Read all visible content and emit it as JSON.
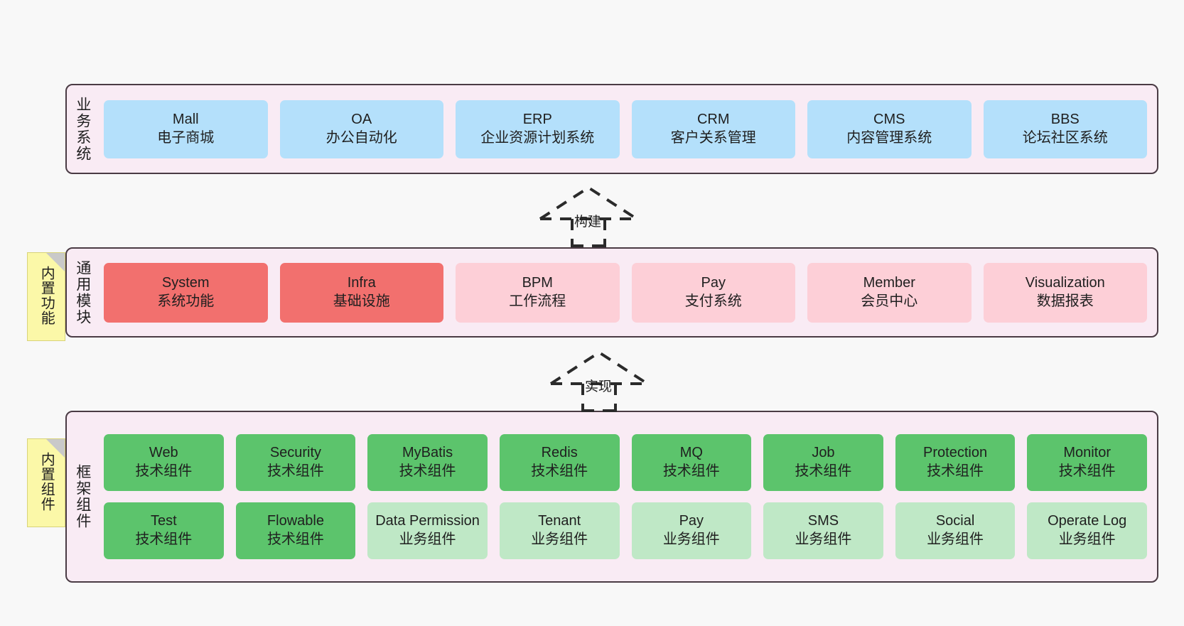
{
  "diagram": {
    "background_color": "#f8f8f8",
    "layer_fill": "#f9ebf4",
    "layer_border": "#4a3b44",
    "note_fill": "#fbf8a8",
    "colors": {
      "business": "#b4e0fb",
      "module_active": "#f2706e",
      "module_plain": "#fdcfd7",
      "tech_component": "#5cc46c",
      "biz_component": "#bfe8c6"
    }
  },
  "layers": {
    "business": {
      "title": "业务系统",
      "cards": [
        {
          "en": "Mall",
          "cn": "电子商城"
        },
        {
          "en": "OA",
          "cn": "办公自动化"
        },
        {
          "en": "ERP",
          "cn": "企业资源计划系统"
        },
        {
          "en": "CRM",
          "cn": "客户关系管理"
        },
        {
          "en": "CMS",
          "cn": "内容管理系统"
        },
        {
          "en": "BBS",
          "cn": "论坛社区系统"
        }
      ]
    },
    "modules": {
      "title": "通用模块",
      "note": "内置功能",
      "cards": [
        {
          "en": "System",
          "cn": "系统功能",
          "style": "c-red"
        },
        {
          "en": "Infra",
          "cn": "基础设施",
          "style": "c-red"
        },
        {
          "en": "BPM",
          "cn": "工作流程",
          "style": "c-pink"
        },
        {
          "en": "Pay",
          "cn": "支付系统",
          "style": "c-pink"
        },
        {
          "en": "Member",
          "cn": "会员中心",
          "style": "c-pink"
        },
        {
          "en": "Visualization",
          "cn": "数据报表",
          "style": "c-pink"
        }
      ]
    },
    "framework": {
      "title": "框架组件",
      "note": "内置组件",
      "row1": [
        {
          "en": "Web",
          "cn": "技术组件"
        },
        {
          "en": "Security",
          "cn": "技术组件"
        },
        {
          "en": "MyBatis",
          "cn": "技术组件"
        },
        {
          "en": "Redis",
          "cn": "技术组件"
        },
        {
          "en": "MQ",
          "cn": "技术组件"
        },
        {
          "en": "Job",
          "cn": "技术组件"
        },
        {
          "en": "Protection",
          "cn": "技术组件"
        },
        {
          "en": "Monitor",
          "cn": "技术组件"
        }
      ],
      "row2": [
        {
          "en": "Test",
          "cn": "技术组件",
          "style": "c-green"
        },
        {
          "en": "Flowable",
          "cn": "技术组件",
          "style": "c-green"
        },
        {
          "en": "Data Permission",
          "cn": "业务组件",
          "style": "c-greenlight"
        },
        {
          "en": "Tenant",
          "cn": "业务组件",
          "style": "c-greenlight"
        },
        {
          "en": "Pay",
          "cn": "业务组件",
          "style": "c-greenlight"
        },
        {
          "en": "SMS",
          "cn": "业务组件",
          "style": "c-greenlight"
        },
        {
          "en": "Social",
          "cn": "业务组件",
          "style": "c-greenlight"
        },
        {
          "en": "Operate Log",
          "cn": "业务组件",
          "style": "c-greenlight"
        }
      ]
    }
  },
  "arrows": [
    {
      "label": "构建"
    },
    {
      "label": "实现"
    }
  ]
}
